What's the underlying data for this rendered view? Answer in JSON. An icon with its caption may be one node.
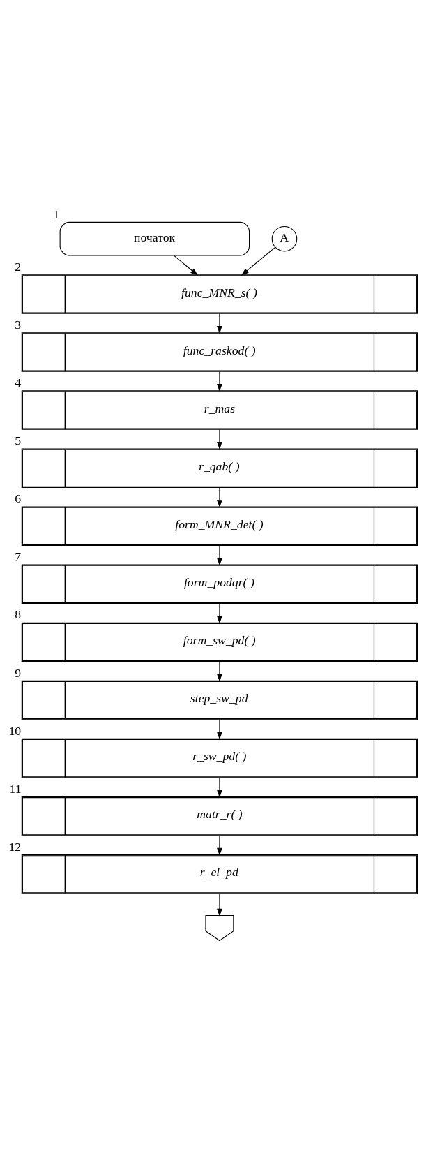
{
  "diagram": {
    "nodes": [
      {
        "text": [
          "початок"
        ],
        "beside": [
          "1"
        ]
      },
      {
        "text": [
          "A"
        ]
      },
      {
        "text": [
          "func_MNR_s( )"
        ],
        "beside": [
          "2"
        ]
      },
      {
        "text": [
          "func_raskod( )"
        ],
        "beside": [
          "3"
        ]
      },
      {
        "text": [
          "r_mas"
        ],
        "beside": [
          "4"
        ]
      },
      {
        "text": [
          "r_qab( )"
        ],
        "beside": [
          "5"
        ]
      },
      {
        "text": [
          "form_MNR_det( )"
        ],
        "beside": [
          "6"
        ]
      },
      {
        "text": [
          "form_podqr( )"
        ],
        "beside": [
          "7"
        ]
      },
      {
        "text": [
          "form_sw_pd( )"
        ],
        "beside": [
          "8"
        ]
      },
      {
        "text": [
          "step_sw_pd"
        ],
        "beside": [
          "9"
        ]
      },
      {
        "text": [
          "r_sw_pd( )"
        ],
        "beside": [
          "10"
        ]
      },
      {
        "text": [
          "matr_r( )"
        ],
        "beside": [
          "11"
        ]
      },
      {
        "text": [
          "r_el_pd"
        ],
        "beside": [
          "12"
        ]
      },
      {
        "text": [],
        "shape": "pentagon"
      }
    ],
    "edges": [
      {
        "from": 0,
        "to": 2,
        "arrow": "to"
      },
      {
        "from": 1,
        "to": 2,
        "arrow": "to"
      },
      {
        "from": 2,
        "to": 3,
        "arrow": "to"
      },
      {
        "from": 3,
        "to": 4,
        "arrow": "to"
      },
      {
        "from": 4,
        "to": 5,
        "arrow": "to"
      },
      {
        "from": 5,
        "to": 6,
        "arrow": "to"
      },
      {
        "from": 6,
        "to": 7,
        "arrow": "to"
      },
      {
        "from": 7,
        "to": 8,
        "arrow": "to"
      },
      {
        "from": 8,
        "to": 9,
        "arrow": "to"
      },
      {
        "from": 9,
        "to": 10,
        "arrow": "to"
      },
      {
        "from": 10,
        "to": 11,
        "arrow": "to"
      },
      {
        "from": 11,
        "to": 12,
        "arrow": "to"
      },
      {
        "from": 12,
        "to": 13,
        "arrow": "to"
      }
    ]
  }
}
